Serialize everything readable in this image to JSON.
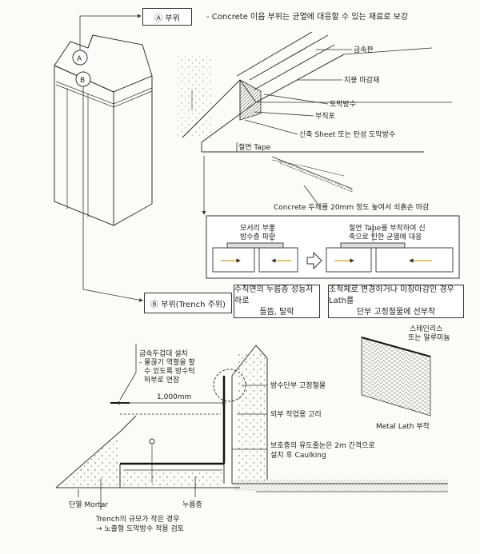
{
  "sectionA": {
    "tag": "Ⓐ 부위",
    "desc": "- Concrete 이음 부위는 균열에 대응할 수 있는 재료로 보강",
    "building_markers": [
      "A",
      "B"
    ],
    "labels": {
      "metal_plate": "금속판",
      "roof_finish": "지붕 마감재",
      "membrane": "도막방수",
      "nonwoven": "부직포",
      "sheet": "신축 Sheet 또는 탄성 도막방수",
      "insulating_tape": "절연 Tape",
      "concrete_note": "Concrete 두께를 20mm 정도 높여서 쇠흙손 마감"
    }
  },
  "detail": {
    "left_caption": "모서리 부분\n방수층 파단",
    "right_caption": "절연 Tape를 부착하여 신\n축으로 인한 균열에 대응"
  },
  "sectionB": {
    "tag": "Ⓑ 부위(Trench 주위)",
    "problem": "수직면의 누름층 성능저하로\n들뜸, 탈락",
    "solution": "조적체로 변경하거나 미장마감인 경우 Lath를\n단부 고정철물에 선부착"
  },
  "trench": {
    "metal_cap_note": "금속두겁대 설치\n- 물끊기 역할을 할\n수 있도록 방수턱\n하부로 연장",
    "dimension": "1,000mm",
    "labels": {
      "stainless": "스테인리스\n또는 알루미늄",
      "metal_lath": "Metal Lath 부착",
      "fixing": "방수단부 고정철물",
      "ring": "외부 작업용 고리",
      "protective": "보호층의 유도줄눈은 2m 간격으로\n설치 후 Caulking",
      "mortar": "단열 Mortar",
      "press_layer": "누름층"
    },
    "bottom_note": "Trench의 규모가 작은 경우\n→ 노출형 도막방수 적용 검토"
  }
}
